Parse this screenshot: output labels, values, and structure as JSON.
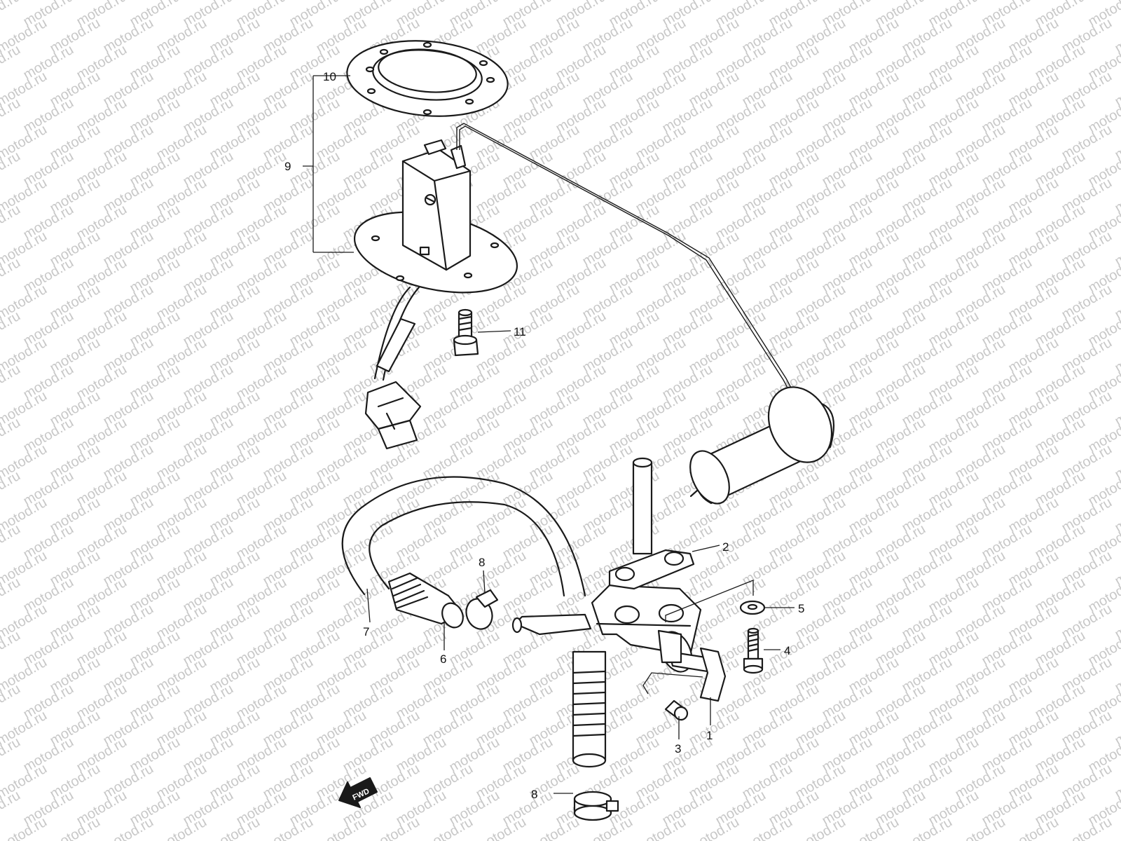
{
  "watermark": {
    "text": "motod.ru",
    "color": "#c8c8c8"
  },
  "direction_marker": {
    "label": "FWD"
  },
  "callouts": [
    {
      "id": "c1",
      "text": "1"
    },
    {
      "id": "c2",
      "text": "2"
    },
    {
      "id": "c3",
      "text": "3"
    },
    {
      "id": "c4",
      "text": "4"
    },
    {
      "id": "c5",
      "text": "5"
    },
    {
      "id": "c6",
      "text": "6"
    },
    {
      "id": "c7",
      "text": "7"
    },
    {
      "id": "c8a",
      "text": "8"
    },
    {
      "id": "c8b",
      "text": "8"
    },
    {
      "id": "c9",
      "text": "9"
    },
    {
      "id": "c10",
      "text": "10"
    },
    {
      "id": "c11",
      "text": "11"
    }
  ]
}
